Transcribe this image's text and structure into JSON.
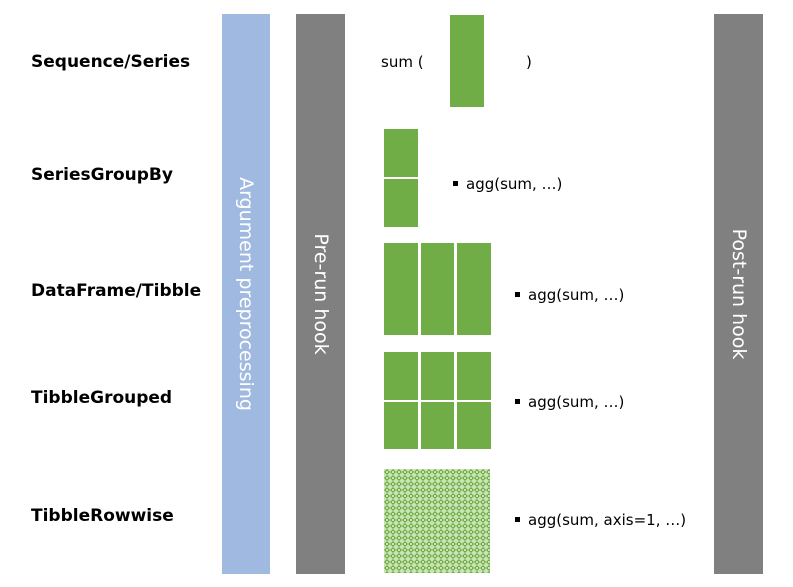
{
  "rows": [
    {
      "label": "Sequence/Series",
      "call_prefix": "sum (",
      "call_suffix": ")"
    },
    {
      "label": "SeriesGroupBy",
      "call": "agg(sum, …)"
    },
    {
      "label": "DataFrame/Tibble",
      "call": "agg(sum, …)"
    },
    {
      "label": "TibbleGrouped",
      "call": "agg(sum, …)"
    },
    {
      "label": "TibbleRowwise",
      "call": "agg(sum, axis=1, …)"
    }
  ],
  "bars": {
    "argument": "Argument preprocessing",
    "pre_run": "Pre-run hook",
    "post_run": "Post-run hook"
  },
  "colors": {
    "argument_bar": "#a0b9e0",
    "hook_bar": "#808080",
    "data_block": "#70ad47",
    "pattern_light": "#c9e3b6"
  }
}
